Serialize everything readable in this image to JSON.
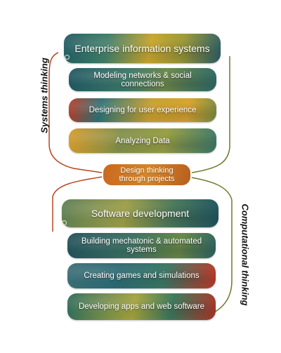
{
  "side_labels": {
    "left": "Systems thinking",
    "right": "Computational thinking"
  },
  "hub": {
    "line1": "Design thinking",
    "line2": "through projects"
  },
  "systems_thinking": {
    "main": "Enterprise information systems",
    "items": [
      "Modeling networks & social connections",
      "Designing for user experience",
      "Analyzing Data"
    ]
  },
  "computational_thinking": {
    "main": "Software development",
    "items": [
      "Building mechatonic & automated systems",
      "Creating games and simulations",
      "Developing apps and web software"
    ]
  },
  "colors": {
    "systems_line": "#b8451e",
    "computational_line": "#6e7a2a",
    "hub": "#d07a25",
    "ring": "#e9e4c8"
  }
}
